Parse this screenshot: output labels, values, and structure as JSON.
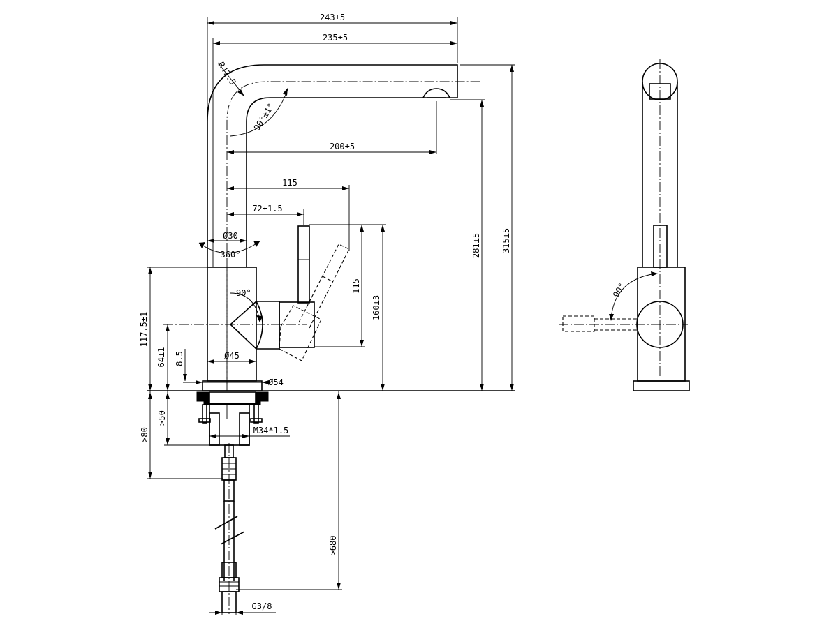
{
  "dimensions": {
    "overall_reach": "243±5",
    "spout_reach": "235±5",
    "aerator_reach": "200±5",
    "handle_reach": "115",
    "handle_offset": "72±1.5",
    "spout_radius": "R47.5",
    "spout_angle": "90°±1°",
    "tube_diameter": "Ø30",
    "swivel": "360°",
    "lever_angle": "90°",
    "body_diameter": "Ø45",
    "base_diameter": "Ø54",
    "body_height": "117.5±1",
    "lever_height": "64±1",
    "base_height": "8.5",
    "handle_travel": "115",
    "handle_height": "160±3",
    "outlet_height": "281±5",
    "total_height": "315±5",
    "shank_length": ">50",
    "shank_depth": ">80",
    "thread": "M34*1.5",
    "hose_length": ">680",
    "hose_connection": "G3/8",
    "side_lever_angle": "90°"
  }
}
